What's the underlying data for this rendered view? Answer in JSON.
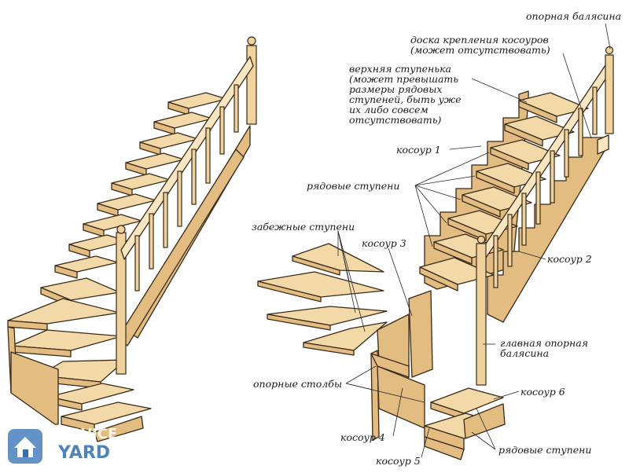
{
  "labels": {
    "support_baluster": "опорная балясина",
    "stringer_board": "доска крепления косоуров\n(может отсутствовать)",
    "top_step": "верхняя ступенька\n(может превышать\nразмеры рядовых\nступеней, быть уже\nих либо совсем\nотсутствовать)",
    "stringer_1": "косоур 1",
    "regular_steps_top": "рядовые ступени",
    "winder_steps": "забежные ступени",
    "stringer_3": "косоур 3",
    "stringer_2": "косоур 2",
    "main_baluster": "главная опорная\nбалясина",
    "support_posts": "опорные столбы",
    "stringer_6": "косоур 6",
    "stringer_4": "косоур 4",
    "regular_steps_bottom": "рядовые ступени",
    "stringer_5": "косоур 5"
  },
  "watermark": {
    "line1": "SERVICE",
    "line2": "YARD"
  },
  "colors": {
    "wood": "#f3d9a8",
    "wood_dark": "#e2bc80",
    "outline": "#3a2a18",
    "watermark": "#2f6fb3"
  }
}
